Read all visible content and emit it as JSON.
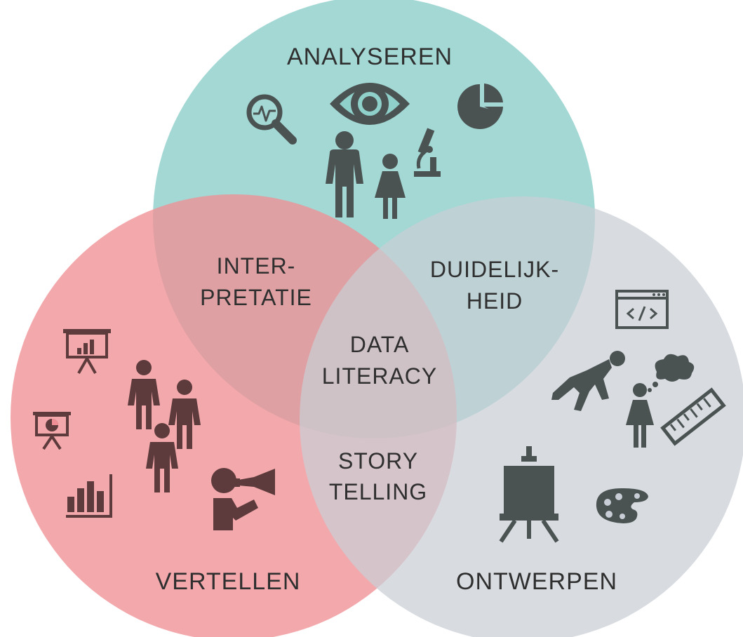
{
  "colors": {
    "analyseren": "#8fd0cb",
    "vertellen": "#ef8f95",
    "ontwerpen": "#c9ced6",
    "icons_dark": "#4a5352",
    "icons_red": "#5d3a3b",
    "text": "#2f2f2f"
  },
  "circles": {
    "analyseren": "ANALYSEREN",
    "vertellen": "VERTELLEN",
    "ontwerpen": "ONTWERPEN"
  },
  "overlaps": {
    "interpretatie": [
      "INTER-",
      "PRETATIE"
    ],
    "duidelijkheid": [
      "DUIDELIJK-",
      "HEID"
    ],
    "storytelling": [
      "STORY",
      "TELLING"
    ],
    "center": [
      "DATA",
      "LITERACY"
    ]
  },
  "icons": {
    "analyseren": [
      "magnifier-pulse-icon",
      "eye-icon",
      "pie-chart-icon",
      "man-icon",
      "woman-icon",
      "microscope-icon"
    ],
    "vertellen": [
      "presentation-bar-chart-icon",
      "presentation-pie-icon",
      "bar-chart-icon",
      "people-group-icon",
      "megaphone-person-icon"
    ],
    "ontwerpen": [
      "code-window-icon",
      "crawling-person-icon",
      "thinking-woman-icon",
      "thought-cloud-icon",
      "ruler-icon",
      "easel-icon",
      "palette-icon"
    ]
  }
}
